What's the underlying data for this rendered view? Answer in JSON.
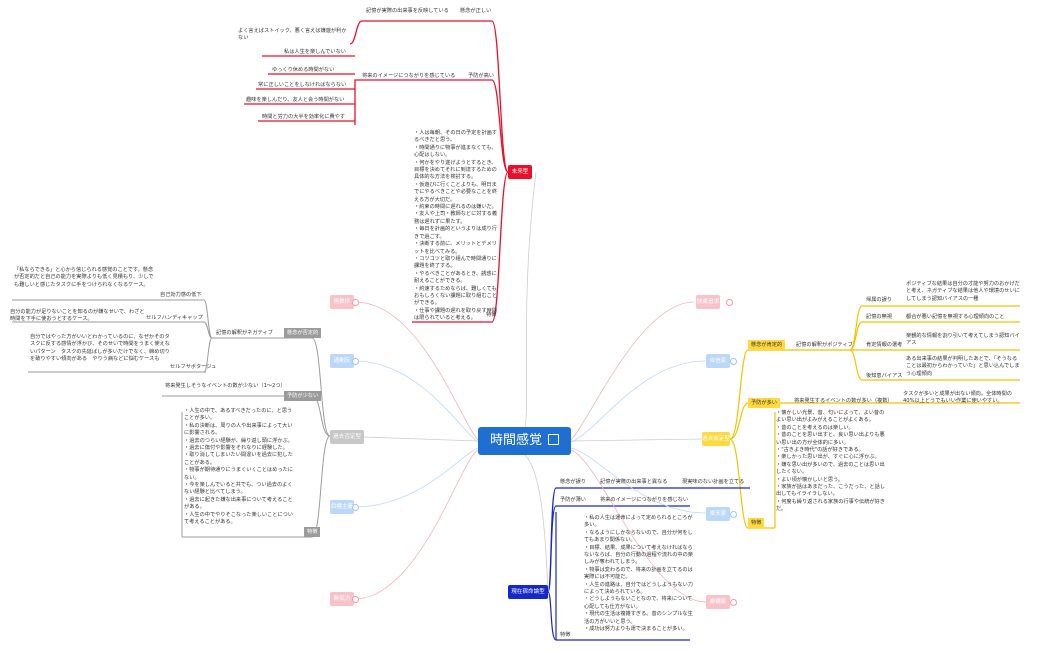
{
  "center": {
    "title": "時間感覚"
  },
  "colors": {
    "red": "#e8102a",
    "pink": "#f7c3c8",
    "blue": "#bcd8f8",
    "gray": "#9b9b9b",
    "yellow": "#ffd93d",
    "navy": "#1727c8",
    "center": "#1e6fd1"
  },
  "icons": {
    "center_link": "external-link-icon"
  },
  "future": {
    "label": "未来型",
    "branch_memory": {
      "cond": "記憶が実際の出来事を反映している",
      "tag": "懸念が正しい"
    },
    "stoic": "よく言えばストイック、悪く言えば嫌遊が利かない",
    "self_items": [
      "私は人生を楽しんでいない",
      "ゆっくり休める時間がない",
      "常に正しいことをしなければならない",
      "趣味を楽しんだり、友人と会う時間がない",
      "時間と労力の大半を効率化に費やす"
    ],
    "branch_predict": {
      "cond": "将来のイメージにつながりを感じている",
      "tag": "予防が高い"
    },
    "traits_label": "特徴",
    "traits_text": "・人は毎朝、その日の予定を計画するべきだと思う。\n・時間通りに物事が進まなくても、心配はしない。\n・何かをやり遂げようとするとき、目標を決めてそれに到達するための具体的な方法を検討する。\n・仮遊びに行くことよりも、明日までにやるべきことや必要なことを終える方が大切だ。\n・約束の時間に遅れるのは嫌いだ。\n・友人や上司・教師などに対する義務は遅れずに果たす。\n・毎日を計画的というよりは成り行きで過ごす。\n・決断する前に、メリットとデメリットを比べてみる。\n・コツコツと取り組んで時間通りに課題を終了する。\n・やるべきことがあるとき、誘惑に耐えることができる。\n・約速するためならば、難しくてもおもしろくない課題に取り組むことができる。\n・仕事や課題の遅れを取り戻す時間は限られていると考える。"
  },
  "left": {
    "pink1": "無秩序",
    "blue1": "過剰反",
    "past_negative": "過去否定型",
    "blue2": "目標主義",
    "pink2": "無気力",
    "memory_negative": {
      "cond": "記憶の解釈がネガティブ",
      "tag": "懸念が否定的"
    },
    "bias1": {
      "text": "「私ならできる」と心から信じられる感覚のことです。懸念が否定的だと自己の能力を実際よりも低く見積もり、少しでも難しいと感じたタスクに手をつけられなくなるケース。",
      "label": "自己効力感の低下"
    },
    "bias2": {
      "text": "自分の能力が足りないことを知るのが嫌なせいで、わざと時間を下手に使おうとするケース。",
      "label": "セルフハンディキャップ"
    },
    "bias3": {
      "text": "自分ではやった方がいいとわかっているのに、なぜかそのタスクに反する感情が浮かび、そのせいで時間をうまく使えないパターン　タスクの先延ばしが多いだけでなく、締め切りを破りやすい傾向がある　やりう病などに悩むケースも",
      "label": "セルフサボタージュ"
    },
    "predict_few": {
      "text": "将来発生しそうなイベントの数が少ない（1～2つ）",
      "tag": "予防が少ない"
    },
    "traits_label": "特徴",
    "traits_text": "・人生の中で、あるすべきだったのに、と思うことが多い。\n・私の決断は、周りの人や出来事によって大いに影響される。\n・過去のつらい経験が、繰り返し頭に浮かぶ。\n・過去に傷付や影響をそれなりに経験した。\n・取り消してしまいたい間違いを過去に犯したことがある。\n・物事が期待通りにうまくいくことはめったにない。\n・今を楽しんでいると共でも、つい過去のよくない経験と比べてしまう。\n・過去に起きた嫌な出来事について考えることがある。\n・人生の中でやりそこなった楽しいことについて考えることがある。"
  },
  "right": {
    "pink1": "快楽追求",
    "blue1": "自信家",
    "past_positive": "過去肯定型",
    "blue2": "楽天家",
    "pink2": "楽観家",
    "memory_positive": {
      "tag": "懸念が肯定的",
      "cond": "記憶の解釈がポジティブ"
    },
    "biases": [
      {
        "label": "帰属の誤り",
        "text": "ポジティブな結果は自分の才能や努力のおかげだと考え、ネガティブな結果は他人や環境のせいにしてしまう認知バイアスの一種"
      },
      {
        "label": "記憶の無視",
        "text": "都合が悪い記憶を無視する心理傾向のこと"
      },
      {
        "label": "肯定情報の選考",
        "text": "楽観的な情報を割り引いて考えてしまう認知バイアス"
      },
      {
        "label": "後知恵バイアス",
        "text": "ある出来事の結果が判明したあとで、「そうなることは最初からわかっていた」と思い込んでしまう心理傾向"
      }
    ],
    "predict_many": {
      "tag": "予防が多い",
      "cond": "将来発生するイベントの数が多い（複数）",
      "text": "タスクが多いと成果が出ない傾向。全体時間の40%以上どうでもいい作業に使いやすい。"
    },
    "traits_label": "特徴",
    "traits_text": "・懐かしい光景、音、匂いによって、よい昔のよい思い出がよみがえることがよくある。\n・昔のことを考えるのは楽しい。\n・昔のことを思い出すと、良い思い出よりも悪い思い出の方が全体的に多い。\n・\"古きよき時代\"の話が好きである。\n・楽しかった思い出が、すぐに心に浮かぶ。\n・嫌な思い出が多いので、過去のことは思い出したくない。\n・よい頃が懐かしいと思う。\n・家族が話はあまだった、こうだった、と話し出してもイライラしない。\n・何度も繰り返される家族の行事や伝統が好きだ。"
  },
  "bottom": {
    "fatalism": "現在宿命論型",
    "r1": {
      "a": "懸念が誤り",
      "b": "記憶が実際の出来事と異なる",
      "c": "現実味のない計画を立てる"
    },
    "r2": {
      "a": "予防が薄い",
      "b": "将来のイメージにつながりを感じない"
    },
    "traits_label": "特徴",
    "traits_text": "・私の人生は運命によって定められるところが多い。\n・なるようにしかならないので、自分が何をしてもあまり関係ない。\n・目標、結果、成果について考えなければならないならば、自分の行動の過程や流れの中の楽しみが奪われてしまう。\n・物事は変わるので、将来の計画を立てるのは実際には不可能だ。\n・人生の進路は、自分ではどうしようもない力によって決められている。\n・どうしようもないことなので、将来について心配しても仕方がない。\n・現代の生活は複雑すぎる。昔のシンプルな生活の方がいいと思う。\n・成功は努力よりも運で決まることが多い。"
  }
}
